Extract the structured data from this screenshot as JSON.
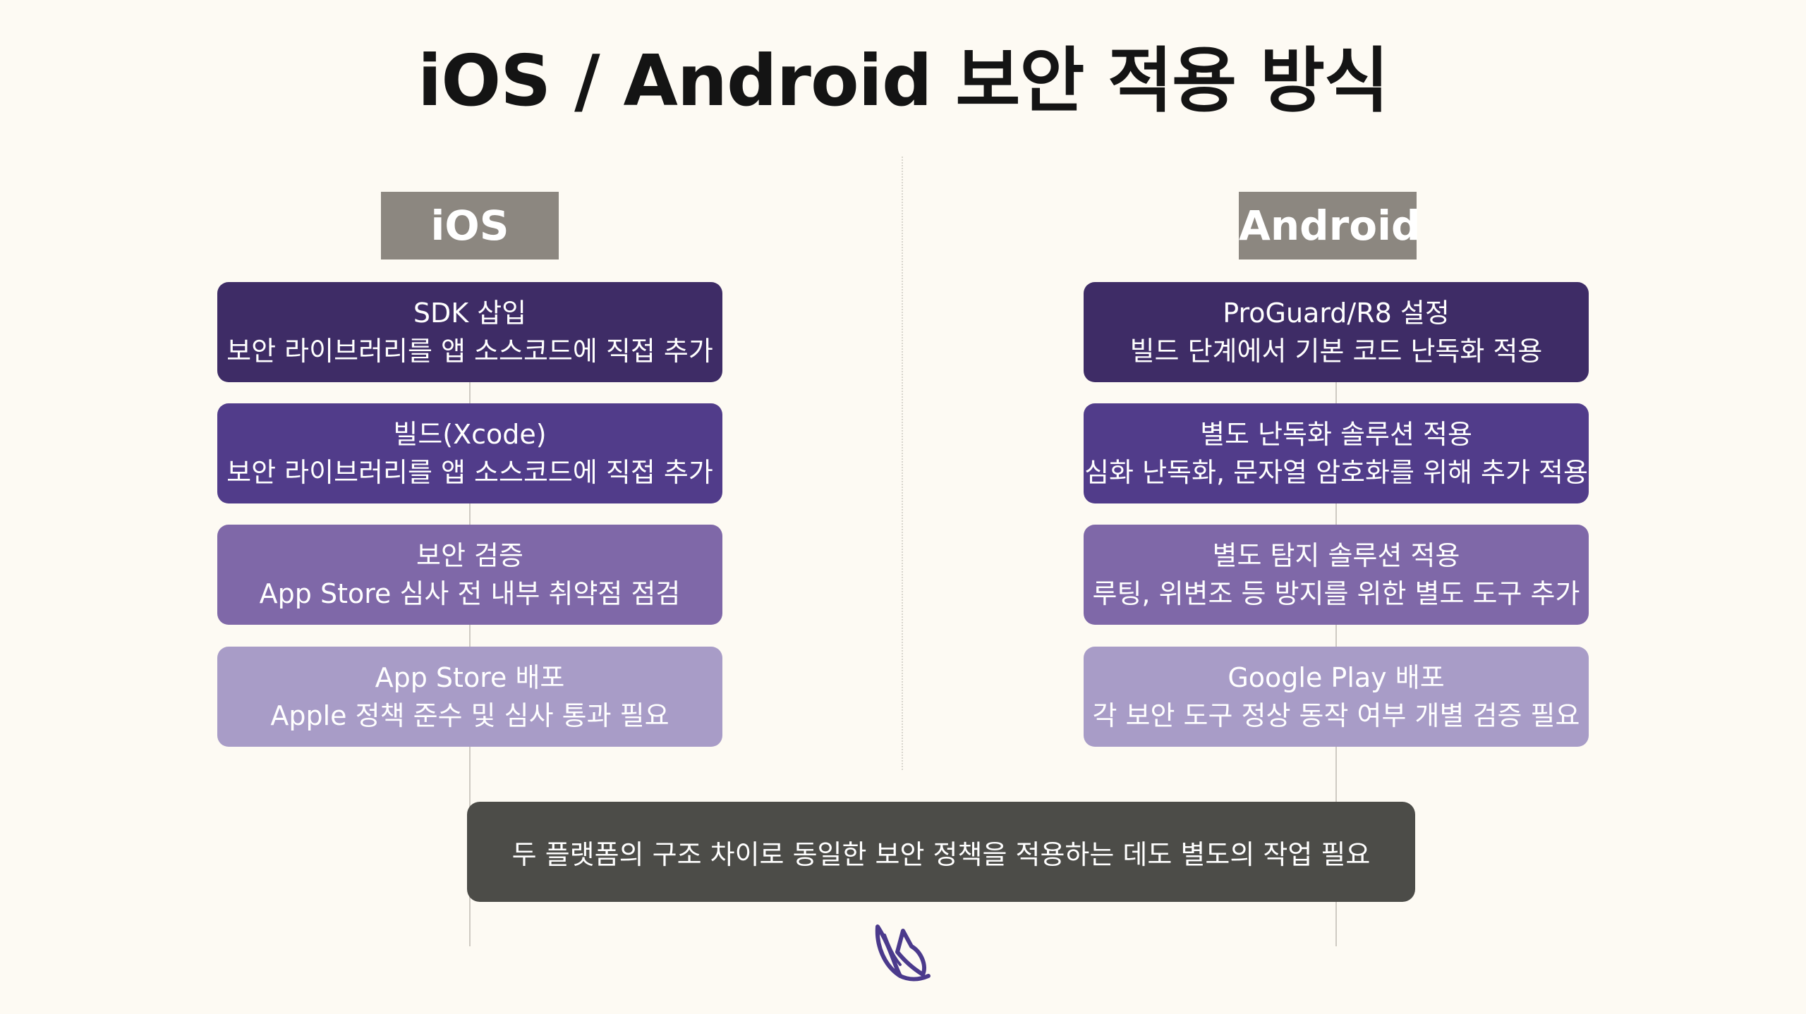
{
  "title": "iOS / Android 보안 적용 방식",
  "ios": {
    "label": "iOS",
    "steps": [
      {
        "title": "SDK 삽입",
        "desc": "보안 라이브러리를 앱 소스코드에 직접 추가"
      },
      {
        "title": "빌드(Xcode)",
        "desc": "보안 라이브러리를 앱 소스코드에 직접 추가"
      },
      {
        "title": "보안 검증",
        "desc": "App Store 심사 전 내부 취약점 점검"
      },
      {
        "title": "App Store 배포",
        "desc": "Apple 정책 준수 및 심사 통과 필요"
      }
    ]
  },
  "android": {
    "label": "Android",
    "steps": [
      {
        "title": "ProGuard/R8 설정",
        "desc": "빌드 단계에서 기본 코드 난독화 적용"
      },
      {
        "title": "별도 난독화 솔루션 적용",
        "desc": "심화 난독화, 문자열 암호화를 위해 추가 적용"
      },
      {
        "title": "별도 탐지 솔루션 적용",
        "desc": "루팅, 위변조 등 방지를 위한 별도 도구 추가"
      },
      {
        "title": "Google Play 배포",
        "desc": "각 보안 도구 정상 동작 여부 개별 검증 필요"
      }
    ]
  },
  "summary": "두 플랫폼의 구조 차이로 동일한 보안 정책을 적용하는 데도 별도의 작업 필요",
  "colors": {
    "background": "#fdfaf3",
    "step1": "#3e2c66",
    "step2": "#513c8a",
    "step3": "#7f68a8",
    "step4": "#a89cc7",
    "label_bg": "#8c8780",
    "summary_bg": "#4c4c48",
    "logo": "#4b3a8c"
  },
  "logo_icon": "bird-logo-icon"
}
